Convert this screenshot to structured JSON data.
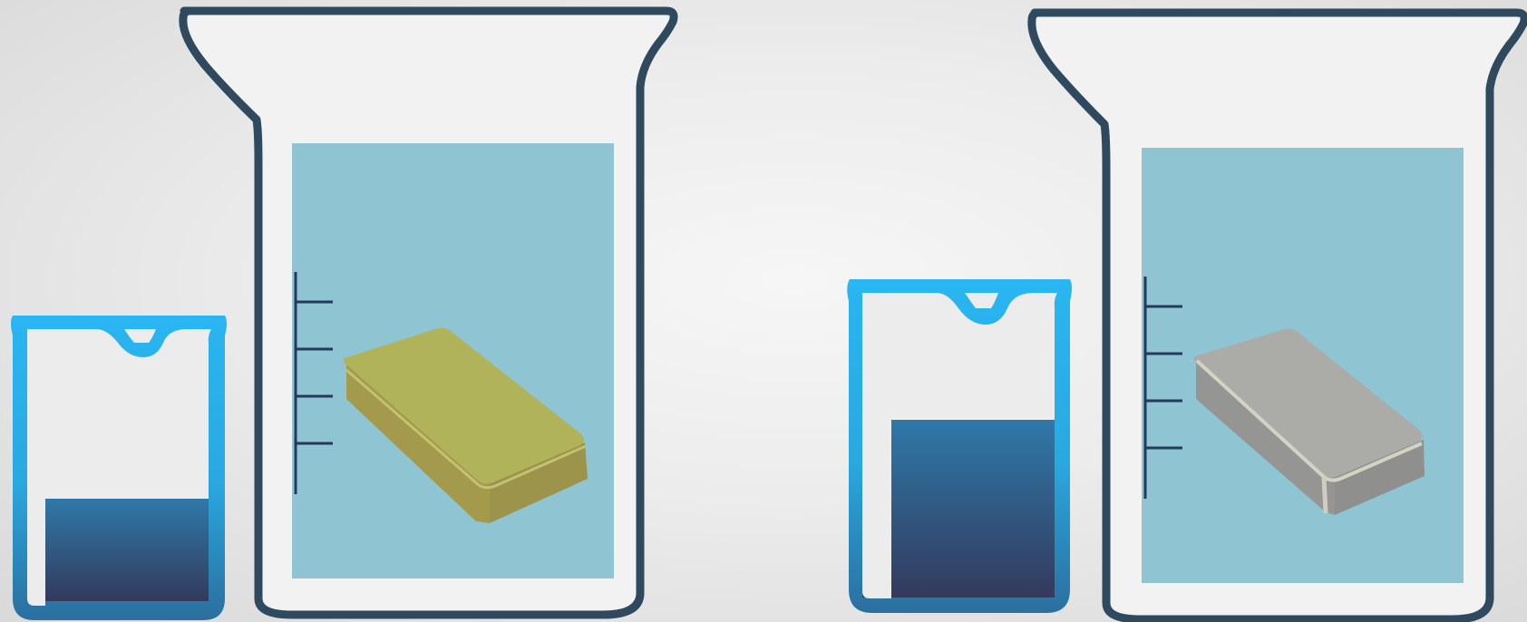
{
  "scene": {
    "description_free": true,
    "colors": {
      "tall_beaker_outline": "#2f4a5e",
      "water": "#8fc4d2",
      "scale_marks": "#233a5a",
      "small_beaker_rim": "#29b6f2",
      "small_beaker_liquid_top": "#2e78a8",
      "small_beaker_liquid_bottom": "#323b5c",
      "gold_block_top": "#b0b35a",
      "gold_block_side": "#a19a4d",
      "silver_block_top": "#ababa7",
      "silver_block_side": "#929290"
    },
    "setups": [
      {
        "block_material": "gold",
        "overflow_liquid_level_fraction": 0.45,
        "scale_mark_count": 4
      },
      {
        "block_material": "silver",
        "overflow_liquid_level_fraction": 0.62,
        "scale_mark_count": 4
      }
    ]
  }
}
